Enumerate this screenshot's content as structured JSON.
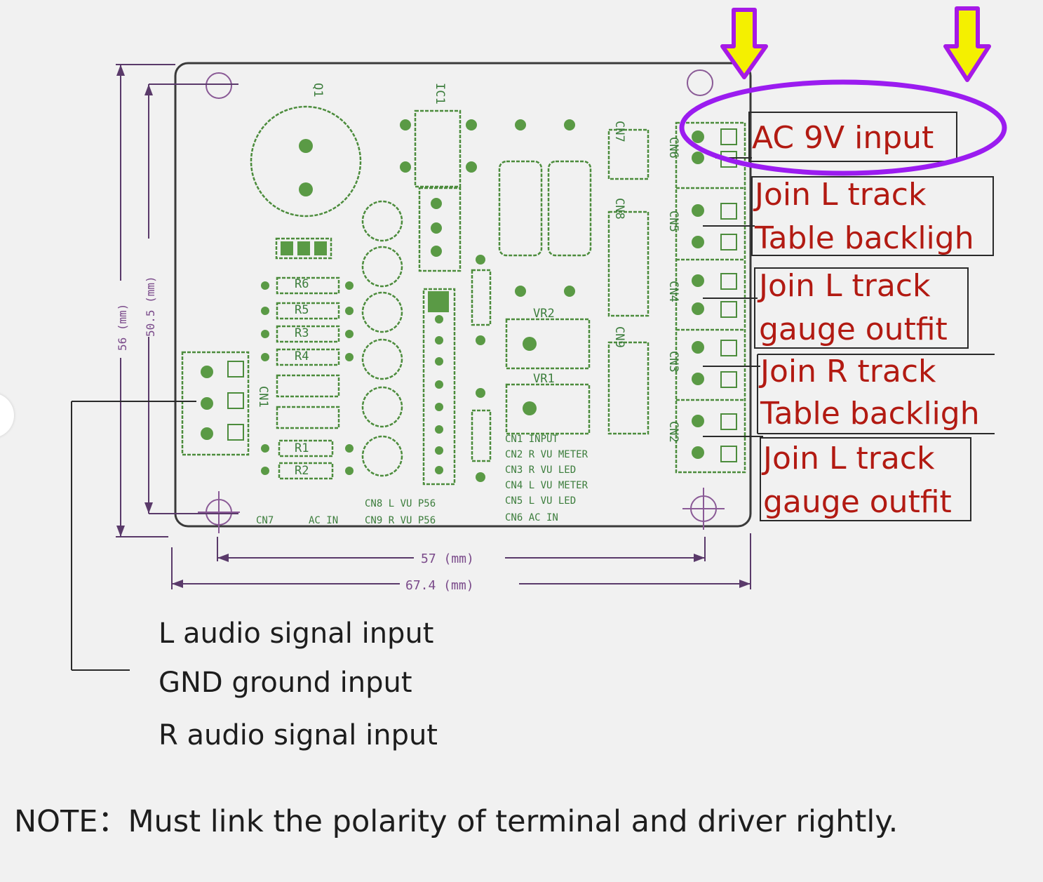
{
  "labels": {
    "ac_input": "AC 9V  input",
    "l_table_1": "Join L track",
    "l_table_2": "Table backligh",
    "l_gauge_1": "Join L track",
    "l_gauge_2": "gauge outfit",
    "r_table_1": "Join R track",
    "r_table_2": "Table backligh",
    "l_gauge_b_1": "Join L track",
    "l_gauge_b_2": "gauge outfit"
  },
  "signal_inputs": [
    "L audio signal input",
    "GND ground input",
    "R audio signal input"
  ],
  "note": "NOTE：Must link the polarity of terminal and driver rightly.",
  "dimensions": {
    "inner_width": "57 (mm)",
    "outer_width": "67.4 (mm)",
    "outer_height": "56 (mm)",
    "inner_height": "50.5 (mm)"
  },
  "pcb_labels": {
    "q": "Q1",
    "ic": "IC1",
    "r1": "R1",
    "r2": "R2",
    "r3": "R3",
    "r4": "R4",
    "r5": "R5",
    "r6": "R6",
    "vr1": "VR1",
    "vr2": "VR2",
    "cn1": "CN1",
    "cn2": "CN2",
    "cn3": "CN3",
    "cn4": "CN4",
    "cn5": "CN5",
    "cn6": "CN6",
    "cn7": "CN7",
    "cn8": "CN8",
    "cn9": "CN9",
    "legend_col1": [
      "CN7",
      "AC IN"
    ],
    "legend_col2": [
      "CN8  L VU  P56",
      "CN9  R VU  P56"
    ],
    "legend_col3": [
      "CN1  INPUT",
      "CN2  R VU  METER",
      "CN3  R VU  LED",
      "CN4  L VU  METER",
      "CN5  L VU  LED",
      "CN6  AC IN"
    ]
  },
  "colors": {
    "label_red": "#b21a12",
    "highlight_purple": "#9b1cf0",
    "arrow_yellow": "#f4f000",
    "pcb_green": "#3c7d3c"
  }
}
